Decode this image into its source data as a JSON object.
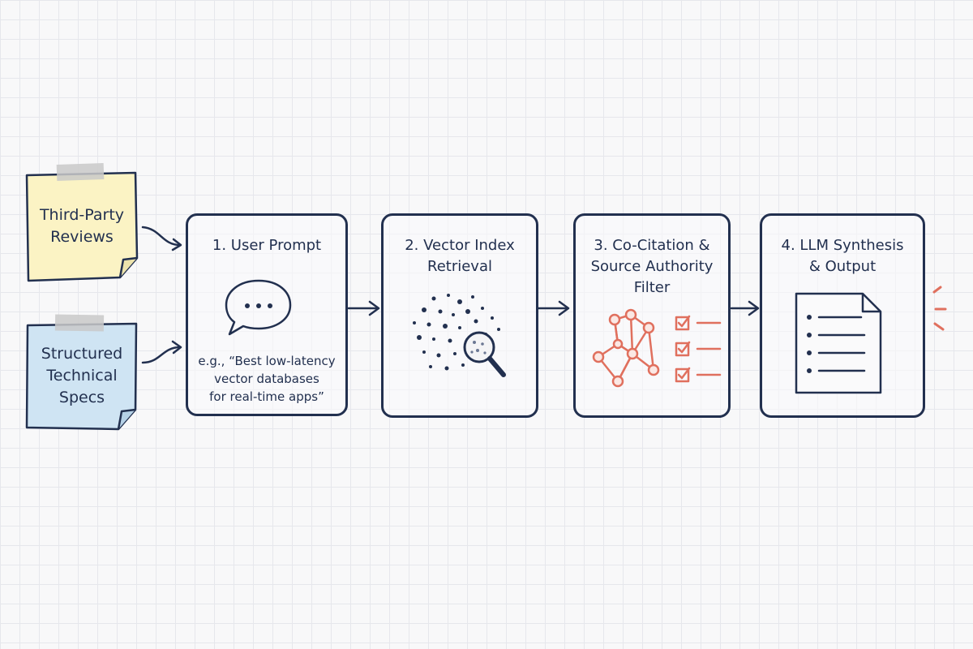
{
  "inputs": [
    {
      "lines": [
        "Third-Party",
        "Reviews"
      ],
      "color": "#fbf3c4"
    },
    {
      "lines": [
        "Structured",
        "Technical",
        "Specs"
      ],
      "color": "#cfe4f3"
    }
  ],
  "steps": [
    {
      "title_lines": [
        "1. User Prompt"
      ],
      "icon": "chat-bubble-icon",
      "example_lines": [
        "e.g., “Best low-latency",
        "vector databases",
        "for real-time apps”"
      ]
    },
    {
      "title_lines": [
        "2. Vector Index",
        "Retrieval"
      ],
      "icon": "vector-search-icon"
    },
    {
      "title_lines": [
        "3. Co-Citation &",
        "Source Authority",
        "Filter"
      ],
      "icon": "network-checklist-icon"
    },
    {
      "title_lines": [
        "4. LLM Synthesis",
        "& Output"
      ],
      "icon": "document-icon"
    }
  ],
  "colors": {
    "ink": "#22304f",
    "accent": "#e0705e",
    "note_yellow": "#fbf3c4",
    "note_blue": "#cfe4f3",
    "tape": "#c9c9c9"
  }
}
